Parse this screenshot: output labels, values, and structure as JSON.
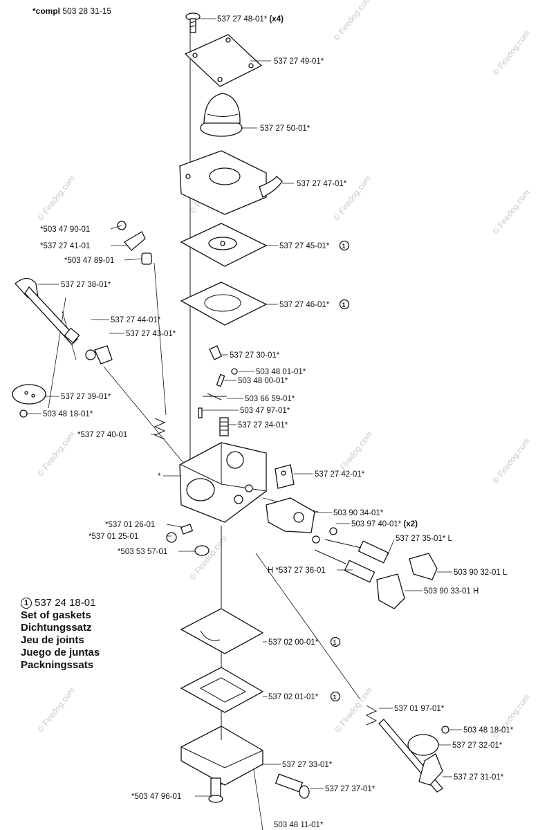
{
  "header": {
    "prefix": "*compl",
    "number": "503 28 31-15"
  },
  "legend": {
    "marker": "1",
    "number": "537 24 18-01",
    "lines": [
      "Set of gaskets",
      "Dichtungssatz",
      "Jeu de joints",
      "Juego de juntas",
      "Packningssats"
    ]
  },
  "watermark": "© Firedog.com",
  "callouts": {
    "c01": "537 27 48-01*",
    "c01s": "(x4)",
    "c02": "537 27 49-01*",
    "c03": "537 27 50-01*",
    "c04": "537 27 47-01*",
    "c05": "537 27 45-01*",
    "c06": "537 27 46-01*",
    "c07": "*503 47 90-01",
    "c08": "*537 27 41-01",
    "c09": "*503 47 89-01",
    "c10": "537 27 38-01*",
    "c11": "537 27 44-01*",
    "c12": "537 27 43-01*",
    "c13": "537 27 30-01*",
    "c14": "503 48 01-01*",
    "c15": "503 48 00-01*",
    "c16": "503 66 59-01*",
    "c17": "503 47 97-01*",
    "c18": "537 27 34-01*",
    "c19": "537 27 39-01*",
    "c20": "503 48 18-01*",
    "c21": "*537 27 40-01",
    "c22": "*",
    "c23": "537 27 42-01*",
    "c24": "503 90 34-01*",
    "c25": "503 97 40-01*",
    "c25s": "(x2)",
    "c26": "*537 01 26-01",
    "c27": "*537 01 25-01",
    "c28": "537 27 35-01* L",
    "c29": "*503 53 57-01",
    "c30": "503 90 32-01 L",
    "c31": "H *537 27 36-01",
    "c32": "503 90 33-01 H",
    "c33": "537 02 00-01*",
    "c34": "537 02 01-01*",
    "c35": "537 01 97-01*",
    "c36": "503 48 18-01*",
    "c37": "537 27 32-01*",
    "c38": "537 27 33-01*",
    "c39": "537 27 31-01*",
    "c40": "537 27 37-01*",
    "c41": "*503 47 96-01",
    "c42": "503 48 11-01*"
  }
}
